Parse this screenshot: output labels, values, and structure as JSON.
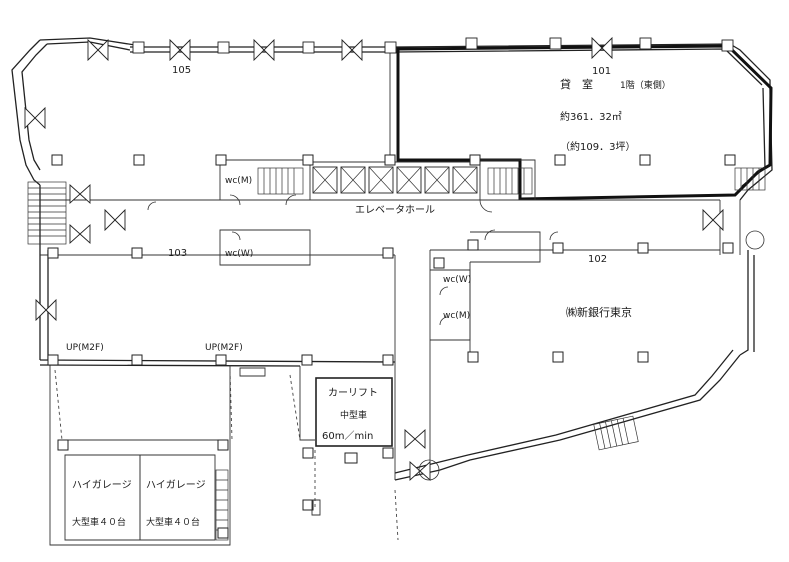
{
  "rooms": {
    "r105": "105",
    "r101": "101",
    "r103": "103",
    "r102": "102"
  },
  "rental": {
    "label": "貸　室",
    "floor_side": "1階（東側）",
    "area_sqm": "約361．32㎡",
    "area_tsubo": "（約109．3坪）"
  },
  "elevator_hall": "エレベータホール",
  "wc_labels": [
    "wc(M)",
    "wc(W)",
    "wc(W)",
    "wc(M)"
  ],
  "up_labels": [
    "UP(M2F)",
    "UP(M2F)"
  ],
  "car_lift": {
    "title": "カーリフト",
    "size": "中型車",
    "speed": "60m／min"
  },
  "tenant": "㈱新銀行東京",
  "garages": [
    {
      "title": "ハイガレージ",
      "capacity": "大型車４０台"
    },
    {
      "title": "ハイガレージ",
      "capacity": "大型車４０台"
    }
  ]
}
